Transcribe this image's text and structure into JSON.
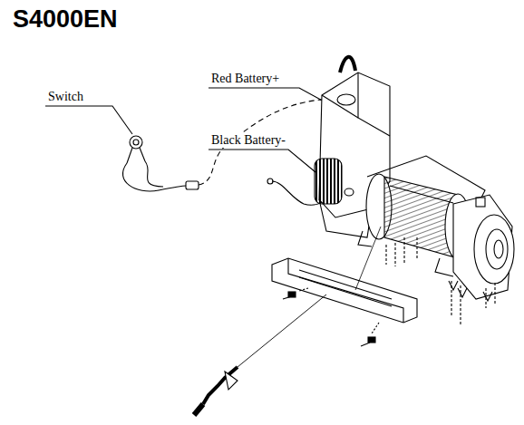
{
  "diagram": {
    "title": "S4000EN",
    "labels": [
      "Switch",
      "Red Battery+",
      "Black Battery-"
    ]
  }
}
